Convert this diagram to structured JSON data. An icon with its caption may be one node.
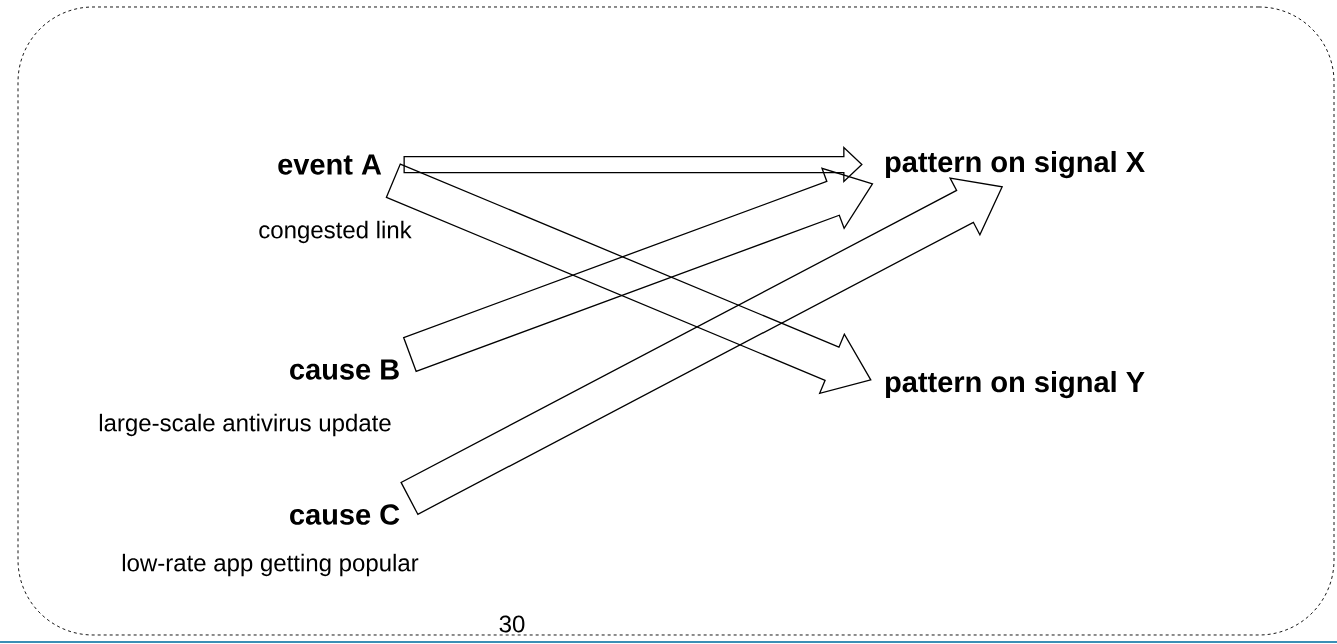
{
  "diagram": {
    "nodes": [
      {
        "text": [],
        "shape": "box"
      },
      {
        "text": [
          "event A"
        ],
        "beside": [
          "congested link"
        ],
        "in": 0
      },
      {
        "text": [
          "cause B"
        ],
        "beside": [
          "large-scale antivirus update"
        ],
        "in": 0
      },
      {
        "text": [
          "cause C"
        ],
        "beside": [
          "low-rate app getting popular"
        ],
        "in": 0
      },
      {
        "text": [
          "pattern on signal X"
        ],
        "in": 0
      },
      {
        "text": [
          "pattern on signal Y"
        ],
        "in": 0
      }
    ],
    "edges": [
      {
        "from": 1,
        "to": 4,
        "arrow": "to"
      },
      {
        "from": 1,
        "to": 5,
        "arrow": "to"
      },
      {
        "from": 2,
        "to": 4,
        "arrow": "to"
      },
      {
        "from": 3,
        "to": 4,
        "arrow": "to"
      }
    ],
    "labels": [
      "30"
    ]
  }
}
